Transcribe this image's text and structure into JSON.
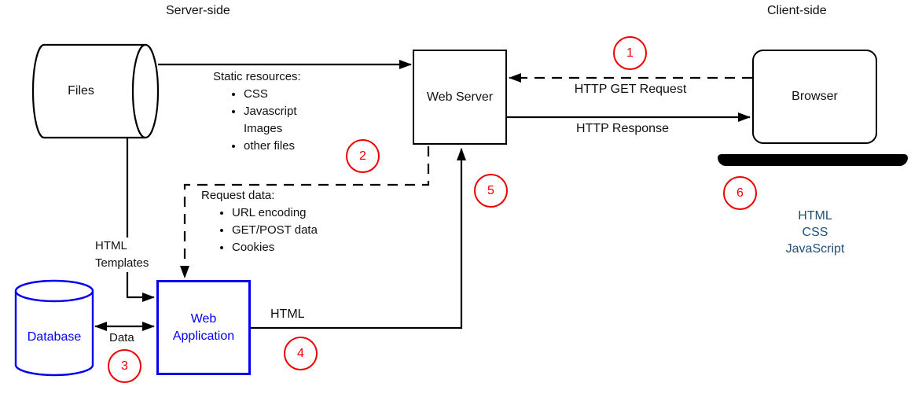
{
  "regions": {
    "server_side_label": "Server-side",
    "client_side_label": "Client-side"
  },
  "nodes": {
    "files": "Files",
    "web_server": "Web Server",
    "browser": "Browser",
    "database": "Database",
    "web_application": "Web Application"
  },
  "edge_labels": {
    "http_get_request": "HTTP GET Request",
    "http_response": "HTTP Response",
    "html_templates": "HTML\nTemplates",
    "data": "Data",
    "html": "HTML"
  },
  "lists": {
    "static_resources": {
      "title": "Static resources:",
      "items": [
        "CSS",
        "Javascript\nImages",
        "other files"
      ]
    },
    "request_data": {
      "title": "Request data:",
      "items": [
        "URL encoding",
        "GET/POST data",
        "Cookies"
      ]
    }
  },
  "client_stack": {
    "lines": [
      "HTML",
      "CSS",
      "JavaScript"
    ]
  },
  "steps": {
    "1": "1",
    "2": "2",
    "3": "3",
    "4": "4",
    "5": "5",
    "6": "6"
  },
  "colors": {
    "diagram_black": "#000000",
    "node_blue": "#0000EE",
    "stack_text_blue": "#1F4E79",
    "step_red": "#EE0000"
  }
}
